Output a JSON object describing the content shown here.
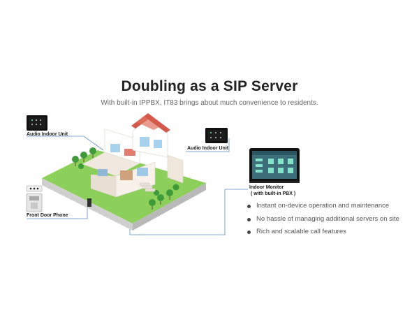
{
  "header": {
    "title": "Doubling as a SIP Server",
    "subtitle": "With built-in IPPBX, IT83 brings about much convenience to residents."
  },
  "devices": {
    "audio_indoor_left": "Audio  Indoor  Unit",
    "audio_indoor_right": "Audio  Indoor  Unit",
    "front_door": "Front Door Phone",
    "indoor_monitor_line1": "Indoor Monitor",
    "indoor_monitor_line2": "( with built-in PBX )"
  },
  "features": [
    "Instant on-device operation and maintenance",
    "No hassle of managing additional servers on site",
    "Rich and scalable call features"
  ],
  "colors": {
    "lawn": "#8ccf5a",
    "base": "#d8d8d8",
    "connector": "#5b8fc9",
    "roof": "#d35a4a"
  }
}
